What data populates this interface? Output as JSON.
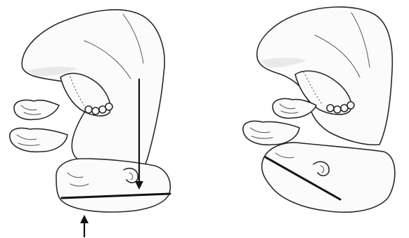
{
  "figure": {
    "panels": [
      {
        "id": "left",
        "depicts": "fetus-body-with-fingers-and-toes",
        "arrows": 2,
        "has_plane_line": true
      },
      {
        "id": "right",
        "depicts": "fetus-body-with-fingers-and-toes",
        "arrows": 0,
        "has_plane_line": true
      }
    ],
    "colors": {
      "ink": "#2a2a2a",
      "line": "#111111",
      "paper": "#ffffff"
    }
  }
}
